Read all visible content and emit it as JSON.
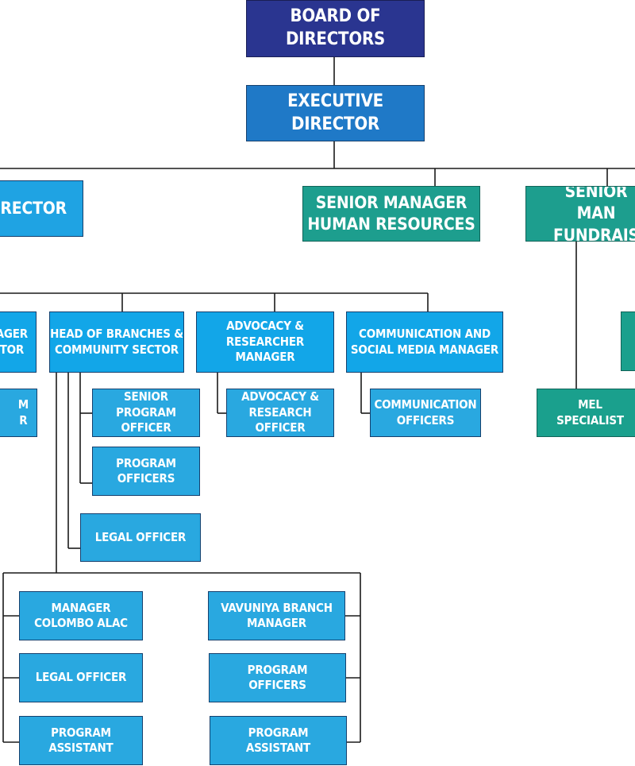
{
  "chart": {
    "board": "BOARD OF DIRECTORS",
    "executive_director": "EXECUTIVE DIRECTOR",
    "director_partial": "DIRECTOR",
    "senior_manager_hr": "SENIOR MANAGER\nHUMAN RESOURCES",
    "senior_manager_fundraising_partial": "SENIOR MAN\nFUNDRAIS",
    "manager_partial": "AGER\nTOR",
    "head_of_branches": "HEAD OF BRANCHES &\nCOMMUNITY SECTOR",
    "advocacy_manager": "ADVOCACY &\nRESEARCHER MANAGER",
    "communication_manager": "COMMUNICATION AND\nSOCIAL MEDIA MANAGER",
    "program_partial": "M\nR",
    "senior_program_officer": "SENIOR\nPROGRAM OFFICER",
    "program_officers_1": "PROGRAM\nOFFICERS",
    "legal_officer_1": "LEGAL OFFICER",
    "advocacy_officer": "ADVOCACY &\nRESEARCH OFFICER",
    "communication_officers": "COMMUNICATION\nOFFICERS",
    "mel_specialist": "MEL\nSPECIALIST",
    "manager_colombo": "MANAGER\nCOLOMBO ALAC",
    "legal_officer_2": "LEGAL OFFICER",
    "program_assistant_1": "PROGRAM\nASSISTANT",
    "vavuniya_manager": "VAVUNIYA BRANCH\nMANAGER",
    "program_officers_2": "PROGRAM\nOFFICERS",
    "program_assistant_2": "PROGRAM\nASSISTANT"
  },
  "colors": {
    "navy": "#2a3590",
    "blue": "#1f79c7",
    "sky": "#12a6e8",
    "teal": "#1aa08d"
  }
}
